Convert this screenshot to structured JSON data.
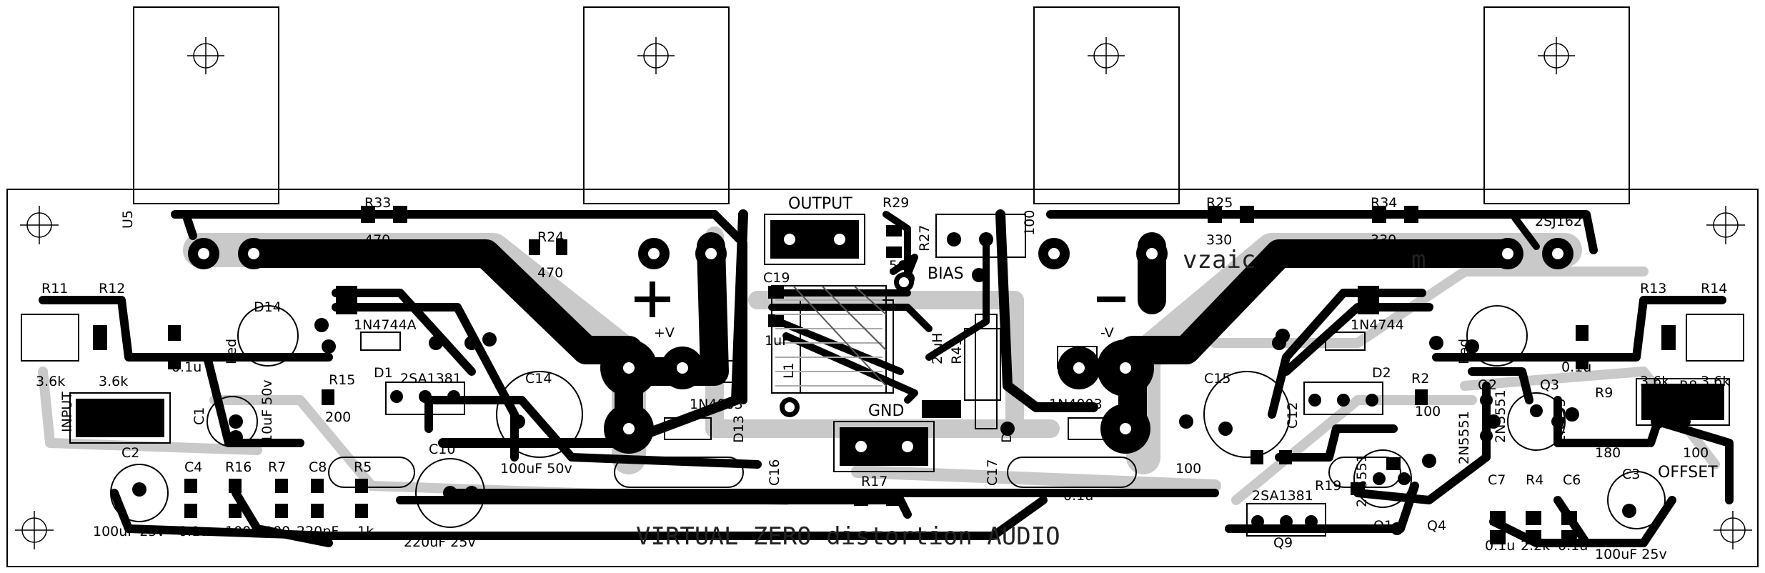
{
  "board": {
    "footer": "VIRTUAL ZERO distortion AUDIO",
    "watermark": "vzaic",
    "watermark_tail": "m"
  },
  "headers": {
    "output": "OUTPUT",
    "gnd": "GND",
    "input": "INPUT",
    "offset": "OFFSET",
    "bias": "BIAS"
  },
  "rails": {
    "pos": "+V",
    "neg": "-V"
  },
  "labels": {
    "u5": "U5",
    "r33": "R33",
    "r33v": "470",
    "r24": "R24",
    "r24v": "470",
    "r29": "R29",
    "r27": "R27",
    "r27v": "100",
    "r29v": "560",
    "r25": "R25",
    "r25v": "330",
    "r34": "R34",
    "r34v": "330",
    "q_right": "2SJ162",
    "c19": "C19",
    "c19v": "1uF",
    "l1": "L1",
    "l1v": "2 uH",
    "r41": "R41",
    "r11": "R11",
    "r11v": "3.6k",
    "r12": "R12",
    "r12v": "3.6k",
    "r13": "R13",
    "r13v": "3.6k",
    "r14": "R14",
    "r14v": "3.6k",
    "d14": "D14",
    "red_l": "Red",
    "red_r": "Red",
    "c13v": "0.1u",
    "c18v": "0.1u",
    "zener_l": "1N4744A",
    "zener_r": "1N4744",
    "d1": "D1",
    "d2": "D2",
    "q_2sa1381": "2SA1381",
    "r15": "R15",
    "r15v": "200",
    "c14": "C14",
    "c14v": "100uF 50v",
    "c15": "C15",
    "c15v": "100",
    "n4003_l": "1N4003",
    "n4003_r": "1N4003",
    "d13": "D13",
    "d4": "D4",
    "c16": "C16",
    "c17": "C17",
    "c1": "C1",
    "c1v": "10uF 50v",
    "c2": "C2",
    "c2v": "100uF 25v",
    "c4": "C4",
    "c4v": "0.1u",
    "r16": "R16",
    "r16v": "100",
    "r7": "R7",
    "r7v": "100",
    "c8": "C8",
    "c8v": "220pF",
    "r5": "R5",
    "r5v": "1k",
    "c10": "C10",
    "c10v": "220uF 25v",
    "r17": "R17",
    "r19": "R19",
    "r2": "R2",
    "r2v": "100",
    "q9": "Q9",
    "q9p": "2SA1381",
    "q1": "Q1",
    "q4": "Q4",
    "q1p": "2N5551",
    "q4p": "2N5551",
    "q2": "Q2",
    "q3": "Q3",
    "q2p": "2N5551",
    "q3p": "2N555",
    "r9": "R9",
    "r9v": "180",
    "r8": "R8",
    "r8v": "100",
    "c7": "C7",
    "c7v": "0.1u",
    "r4": "R4",
    "r4v": "2.2k",
    "c6": "C6",
    "c6v": "0.1u",
    "c3": "C3",
    "c3v": "100uF 25v",
    "c01l": "0.1u",
    "c01r": "0.1u",
    "c12": "C12"
  }
}
